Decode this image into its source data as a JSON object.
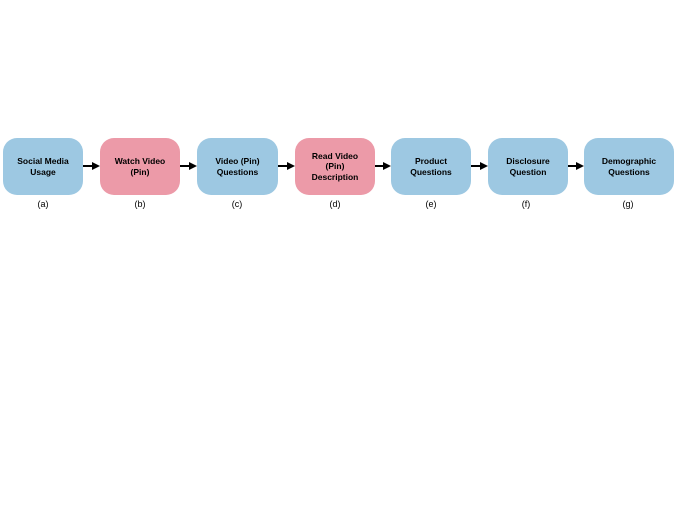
{
  "colors": {
    "blue_node": "#9dc8e2",
    "pink_node": "#ec9aa8",
    "arrow": "#000000"
  },
  "nodes": [
    {
      "label": "Social Media\nUsage",
      "caption": "(a)",
      "color": "blue"
    },
    {
      "label": "Watch Video\n(Pin)",
      "caption": "(b)",
      "color": "pink"
    },
    {
      "label": "Video (Pin)\nQuestions",
      "caption": "(c)",
      "color": "blue"
    },
    {
      "label": "Read Video\n(Pin)\nDescription",
      "caption": "(d)",
      "color": "pink"
    },
    {
      "label": "Product\nQuestions",
      "caption": "(e)",
      "color": "blue"
    },
    {
      "label": "Disclosure\nQuestion",
      "caption": "(f)",
      "color": "blue"
    },
    {
      "label": "Demographic\nQuestions",
      "caption": "(g)",
      "color": "blue"
    }
  ]
}
